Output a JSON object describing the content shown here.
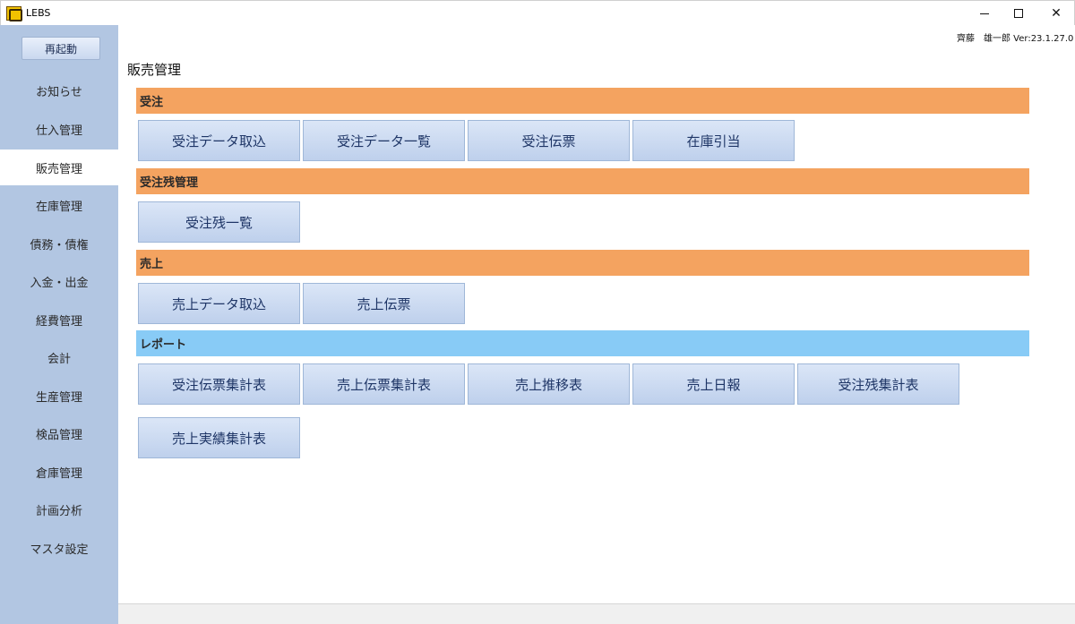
{
  "window": {
    "title": "LEBS"
  },
  "header": {
    "user": "齊藤　雄一郎 Ver:23.1.27.0"
  },
  "sidebar": {
    "restart_label": "再起動",
    "items": [
      {
        "label": "お知らせ"
      },
      {
        "label": "仕入管理"
      },
      {
        "label": "販売管理"
      },
      {
        "label": "在庫管理"
      },
      {
        "label": "債務・債権"
      },
      {
        "label": "入金・出金"
      },
      {
        "label": "経費管理"
      },
      {
        "label": "会計"
      },
      {
        "label": "生産管理"
      },
      {
        "label": "検品管理"
      },
      {
        "label": "倉庫管理"
      },
      {
        "label": "計画分析"
      },
      {
        "label": "マスタ設定"
      }
    ],
    "active": "販売管理"
  },
  "main": {
    "title": "販売管理",
    "sections": [
      {
        "label": "受注",
        "color": "#f4a360",
        "buttons": [
          "受注データ取込",
          "受注データ一覧",
          "受注伝票",
          "在庫引当"
        ]
      },
      {
        "label": "受注残管理",
        "color": "#f4a360",
        "buttons": [
          "受注残一覧"
        ]
      },
      {
        "label": "売上",
        "color": "#f4a360",
        "buttons": [
          "売上データ取込",
          "売上伝票"
        ]
      },
      {
        "label": "レポート",
        "color": "#88cbf6",
        "buttons": [
          "受注伝票集計表",
          "売上伝票集計表",
          "売上推移表",
          "売上日報",
          "受注残集計表",
          "売上実績集計表"
        ]
      }
    ]
  }
}
